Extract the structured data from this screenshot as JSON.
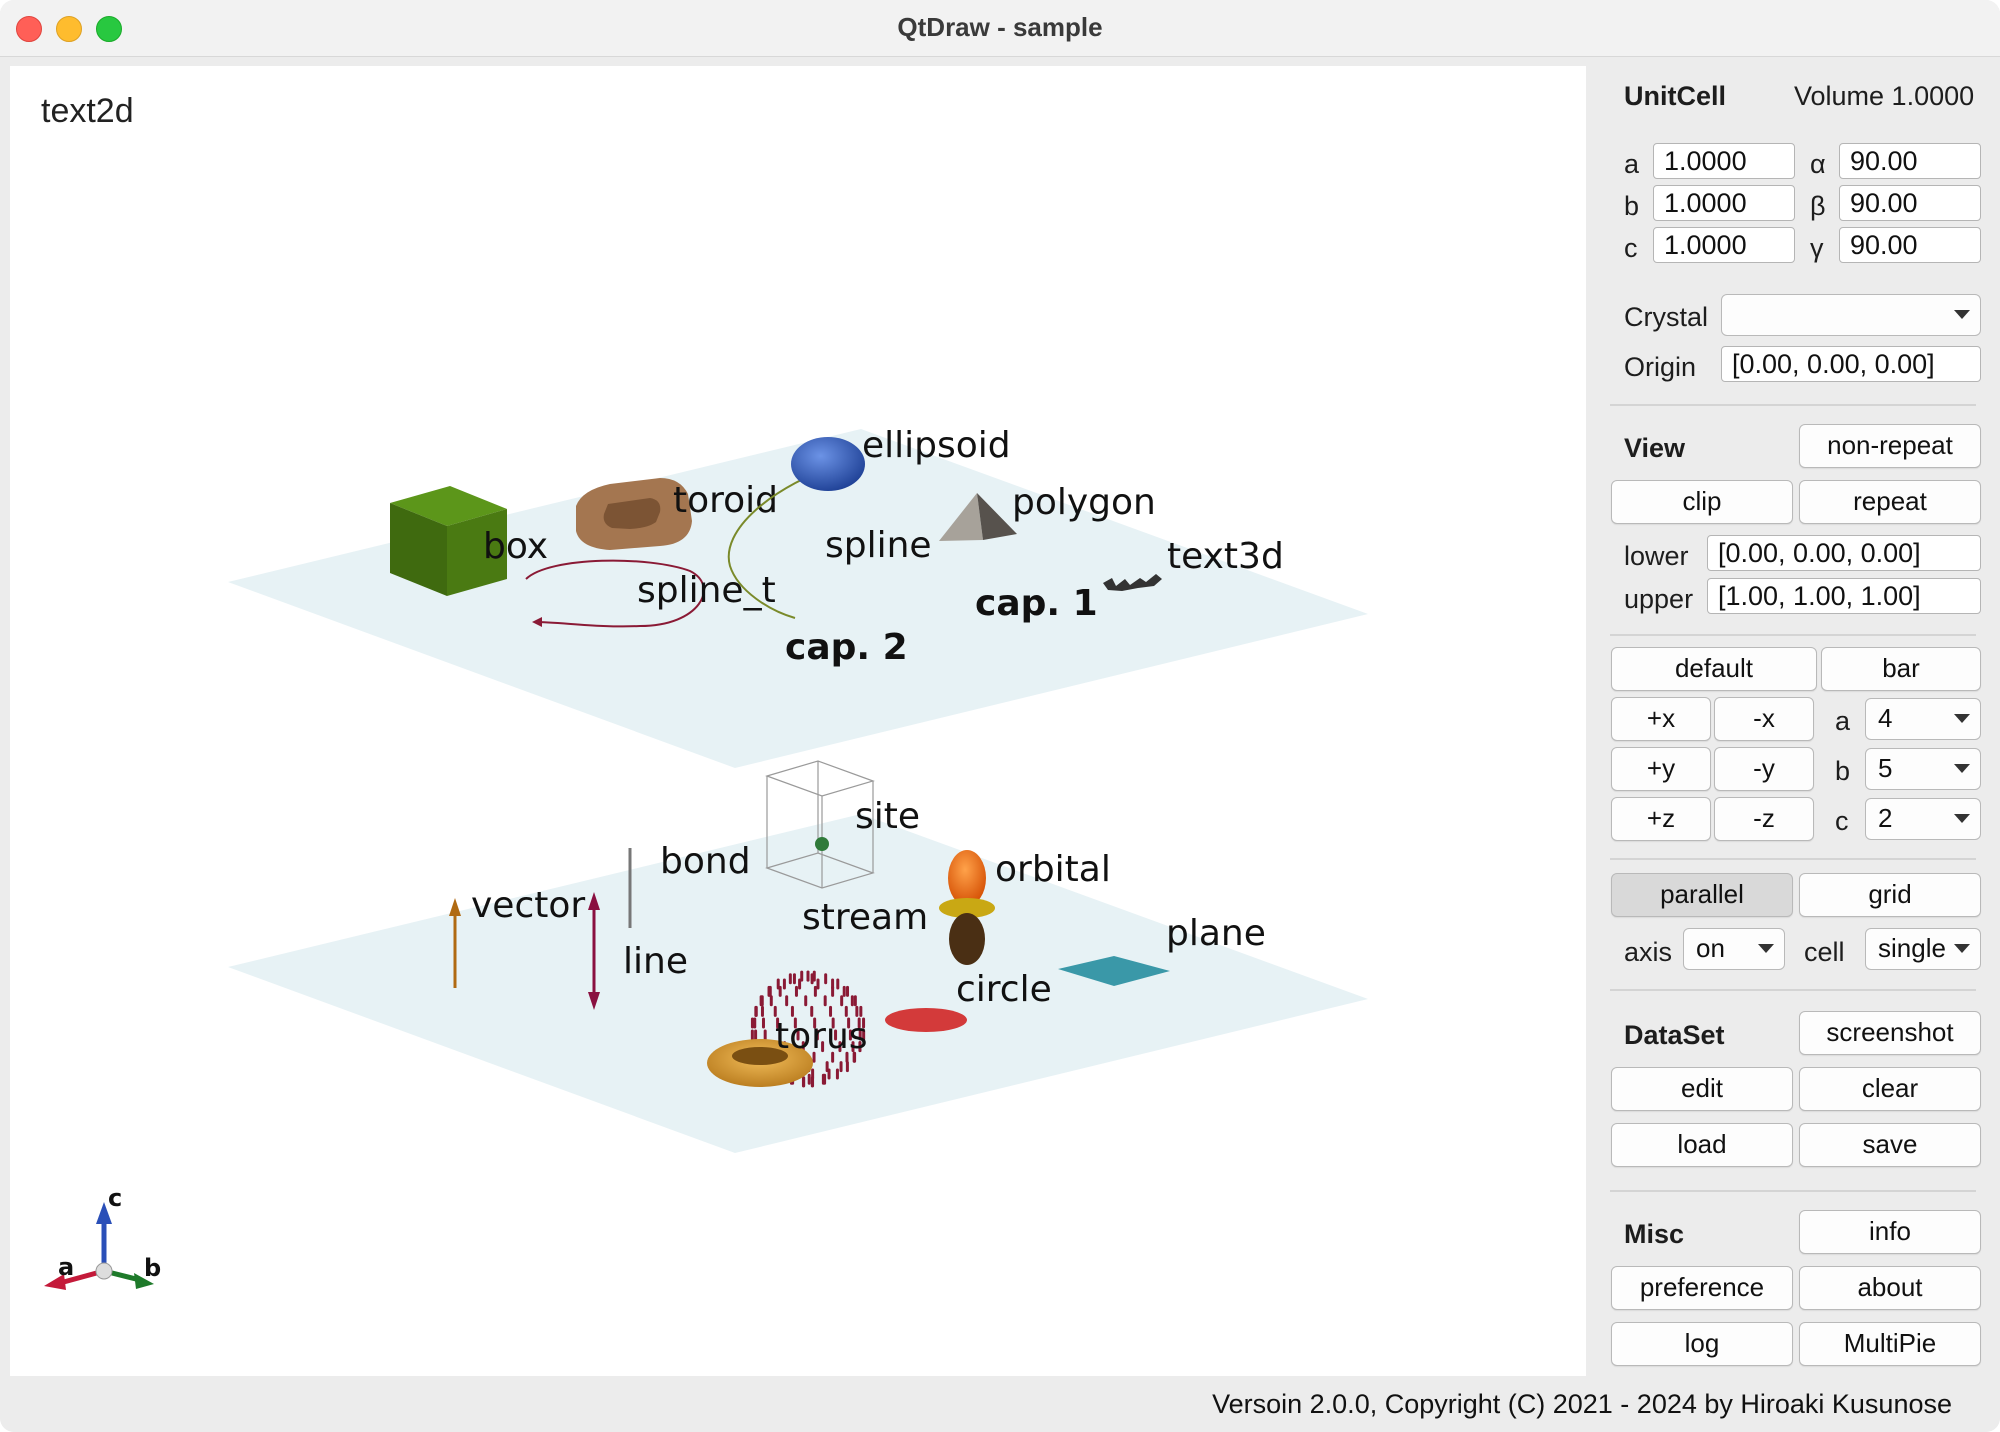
{
  "window": {
    "title": "QtDraw - sample"
  },
  "viewport": {
    "text2d": "text2d",
    "labels": {
      "ellipsoid": "ellipsoid",
      "toroid": "toroid",
      "box": "box",
      "polygon": "polygon",
      "spline": "spline",
      "spline_t": "spline_t",
      "text3d": "text3d",
      "cap1": "cap. 1",
      "cap2": "cap. 2",
      "site": "site",
      "bond": "bond",
      "orbital": "orbital",
      "vector": "vector",
      "stream": "stream",
      "line": "line",
      "plane": "plane",
      "circle": "circle",
      "torus": "torus"
    },
    "axes": {
      "a": "a",
      "b": "b",
      "c": "c"
    }
  },
  "unitcell": {
    "title": "UnitCell",
    "volume": "Volume 1.0000",
    "a_label": "a",
    "a_value": "1.0000",
    "b_label": "b",
    "b_value": "1.0000",
    "c_label": "c",
    "c_value": "1.0000",
    "alpha_label": "α",
    "alpha_value": "90.00",
    "beta_label": "β",
    "beta_value": "90.00",
    "gamma_label": "γ",
    "gamma_value": "90.00",
    "crystal_label": "Crystal",
    "crystal_value": "",
    "origin_label": "Origin",
    "origin_value": "[0.00, 0.00, 0.00]"
  },
  "view": {
    "title": "View",
    "non_repeat": "non-repeat",
    "clip": "clip",
    "repeat": "repeat",
    "lower_label": "lower",
    "lower_value": "[0.00, 0.00, 0.00]",
    "upper_label": "upper",
    "upper_value": "[1.00, 1.00, 1.00]",
    "default": "default",
    "bar": "bar",
    "px": "+x",
    "mx": "-x",
    "py": "+y",
    "my": "-y",
    "pz": "+z",
    "mz": "-z",
    "na_label": "a",
    "na_value": "4",
    "nb_label": "b",
    "nb_value": "5",
    "nc_label": "c",
    "nc_value": "2",
    "parallel": "parallel",
    "grid": "grid",
    "axis_label": "axis",
    "axis_value": "on",
    "cell_label": "cell",
    "cell_value": "single"
  },
  "dataset": {
    "title": "DataSet",
    "screenshot": "screenshot",
    "edit": "edit",
    "clear": "clear",
    "load": "load",
    "save": "save"
  },
  "misc": {
    "title": "Misc",
    "info": "info",
    "preference": "preference",
    "about": "about",
    "log": "log",
    "multipie": "MultiPie"
  },
  "status": {
    "text": "Versoin 2.0.0, Copyright (C) 2021 - 2024 by Hiroaki Kusunose"
  },
  "colors": {
    "plane": "#e7f2f5",
    "box": "#4a7a12",
    "ellipsoid": "#2f5ab8",
    "torus": "#d89a35"
  }
}
